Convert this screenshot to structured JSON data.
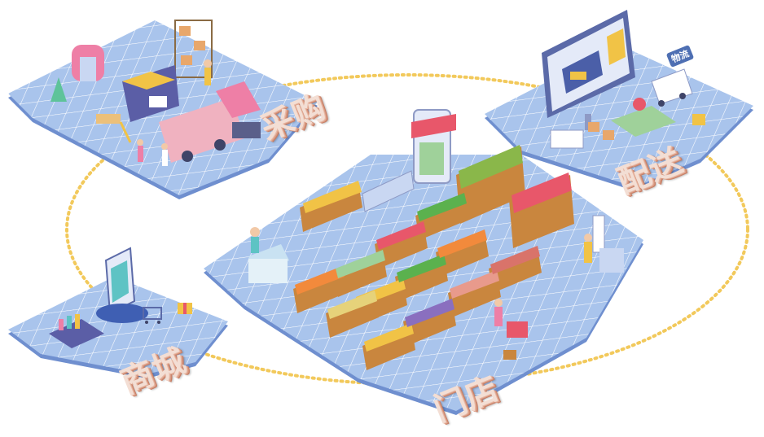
{
  "labels": {
    "purchase": "采购",
    "delivery": "配送",
    "mall": "商城",
    "store": "门店",
    "logistics_sign": "物流"
  },
  "colors": {
    "floor": "#a9c4ec",
    "floor_edge": "#6f8fcf",
    "ring": "#f2c95b",
    "label_text": "#f3ded4",
    "label_shadow": "#c77d64",
    "accent_pink": "#ee7fa6",
    "crate_brown": "#c9863e"
  },
  "icons": [
    "truck-icon",
    "forklift-icon",
    "monitor-icon",
    "location-pin-icon",
    "smartphone-icon",
    "shopping-cart-icon",
    "awning-icon",
    "gift-icon"
  ]
}
